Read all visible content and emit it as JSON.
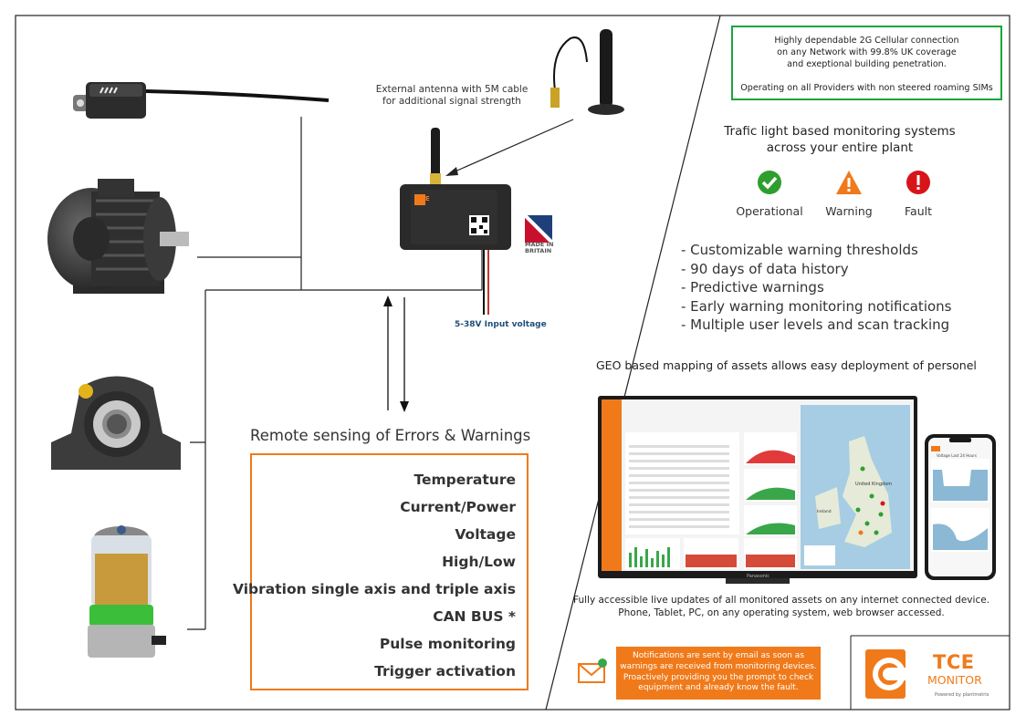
{
  "antenna_text": [
    "External antenna with 5M cable",
    "for additional signal strength"
  ],
  "voltage_text": "5-38V Input voltage",
  "made_in_britain": [
    "MADE IN",
    "BRITAIN"
  ],
  "device_label": "TCE",
  "cellular": {
    "lines": [
      "Highly dependable 2G Cellular connection",
      "on any Network with 99.8% UK coverage",
      "and exeptional building penetration."
    ],
    "operating": "Operating on all Providers with non steered roaming SIMs"
  },
  "traffic_title": [
    "Trafic light based monitoring systems",
    "across your entire plant"
  ],
  "statuses": [
    {
      "label": "Operational",
      "color": "#2e9e2e",
      "icon": "check-icon"
    },
    {
      "label": "Warning",
      "color": "#f07a1a",
      "icon": "warning-icon"
    },
    {
      "label": "Fault",
      "color": "#d7141a",
      "icon": "fault-icon"
    }
  ],
  "features": [
    "- Customizable warning thresholds",
    "- 90 days of data history",
    "- Predictive warnings",
    "- Early warning monitoring notifications",
    "- Multiple user levels and scan tracking"
  ],
  "geo_text": "GEO based mapping of assets allows easy deployment of personel",
  "dashboard": {
    "brand": "Panasonic",
    "phone_header": "Voltage Last 24 Hours",
    "map_labels": [
      "United Kingdom",
      "Ireland"
    ]
  },
  "fully_text": [
    "Fully accessible live updates of all monitored assets on any internet connected device.",
    "Phone, Tablet, PC, on any operating system, web browser accessed."
  ],
  "notification_text": [
    "Notifications are sent by email as soon as",
    "warnings are received from monitoring devices.",
    "Proactively providing you the prompt to check",
    "equipment and already know the fault."
  ],
  "remote_title": "Remote sensing of Errors & Warnings",
  "sensing_items": [
    "Temperature",
    "Current/Power",
    "Voltage",
    "High/Low",
    "Vibration single axis and triple axis",
    "CAN BUS *",
    "Pulse monitoring",
    "Trigger activation"
  ],
  "logo": {
    "name": "TCE",
    "sub": "MONITOR",
    "powered": "Powered by plantmetrix"
  },
  "colors": {
    "orange": "#f07a1a",
    "green": "#1aa53a",
    "red": "#d7141a",
    "navy": "#1f4e79"
  }
}
